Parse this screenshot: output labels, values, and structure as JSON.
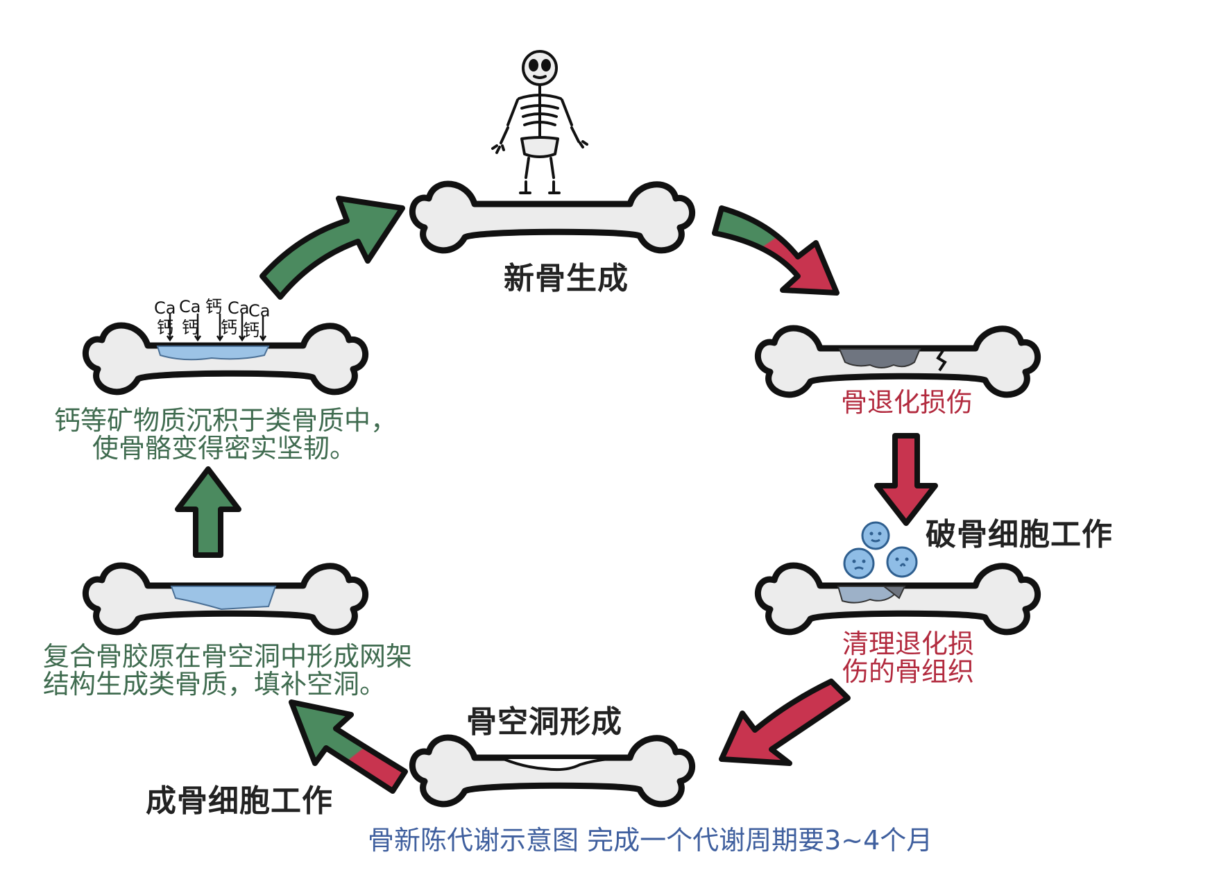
{
  "stages": {
    "new_bone": {
      "title": "新骨生成"
    },
    "degeneration": {
      "title": "骨退化损伤"
    },
    "osteoclast": {
      "title": "破骨细胞工作"
    },
    "cleanup": {
      "lines": [
        "清理退化损",
        "伤的骨组织"
      ]
    },
    "cavity": {
      "title": "骨空洞形成"
    },
    "osteoblast": {
      "title": "成骨细胞工作"
    },
    "collagen": {
      "lines": [
        "复合骨胶原在骨空洞中形成网架",
        "结构生成类骨质，填补空洞。"
      ]
    },
    "mineral": {
      "lines": [
        "钙等矿物质沉积于类骨质中，",
        "使骨骼变得密实坚韧。"
      ],
      "deposit_labels": [
        "Ca",
        "Ca",
        "钙",
        "Ca",
        "Ca",
        "钙",
        "钙",
        "钙",
        "钙"
      ]
    }
  },
  "caption": {
    "line1": "骨新陈代谢示意图",
    "line2": "完成一个代谢周期要3~4个月"
  },
  "colors": {
    "arrow_green": "#4b8a5f",
    "arrow_red": "#c8344f",
    "bone_fill": "#ececec",
    "outline": "#111111",
    "damage_gray": "#6f7580",
    "cavity_blue": "#9cc3e6",
    "cell_blue": "#8fbde6"
  }
}
